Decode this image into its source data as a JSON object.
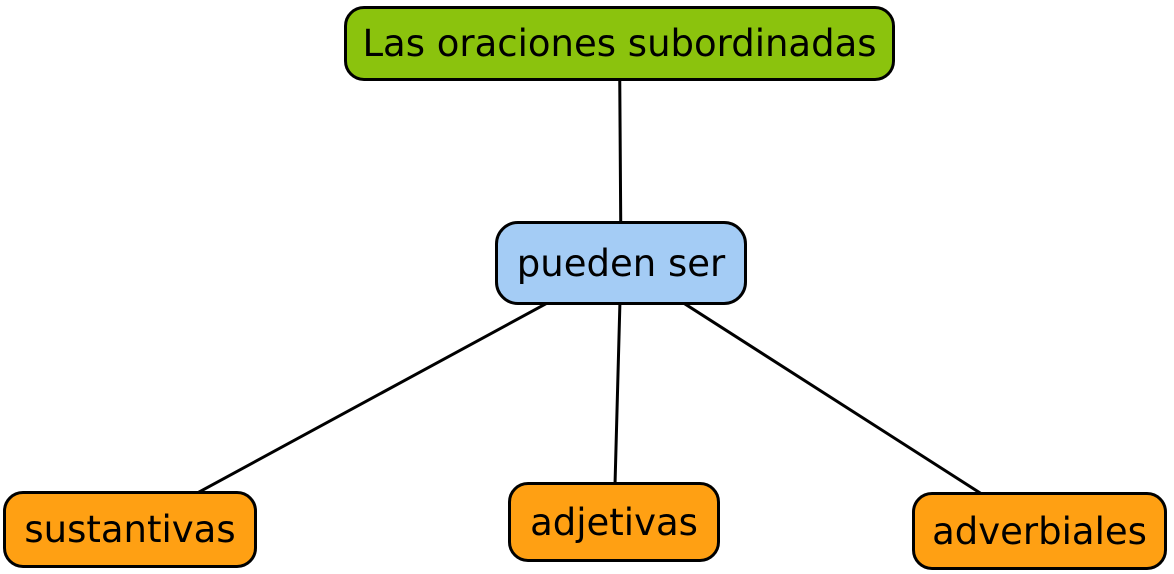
{
  "diagram": {
    "background": "#ffffff",
    "line_color": "#000000",
    "border_color": "#000000",
    "text_color": "#000000",
    "nodes": {
      "root": {
        "label": "Las oraciones subordinadas",
        "fill": "#8bc30d",
        "role": "topic"
      },
      "link": {
        "label": "pueden ser",
        "fill": "#a4ccf5",
        "role": "linking-phrase"
      },
      "child1": {
        "label": "sustantivas",
        "fill": "#ffa013",
        "role": "category"
      },
      "child2": {
        "label": "adjetivas",
        "fill": "#ffa013",
        "role": "category"
      },
      "child3": {
        "label": "adverbiales",
        "fill": "#ffa013",
        "role": "category"
      }
    },
    "edges": [
      {
        "from": "root",
        "to": "link"
      },
      {
        "from": "link",
        "to": "child1"
      },
      {
        "from": "link",
        "to": "child2"
      },
      {
        "from": "link",
        "to": "child3"
      }
    ]
  }
}
